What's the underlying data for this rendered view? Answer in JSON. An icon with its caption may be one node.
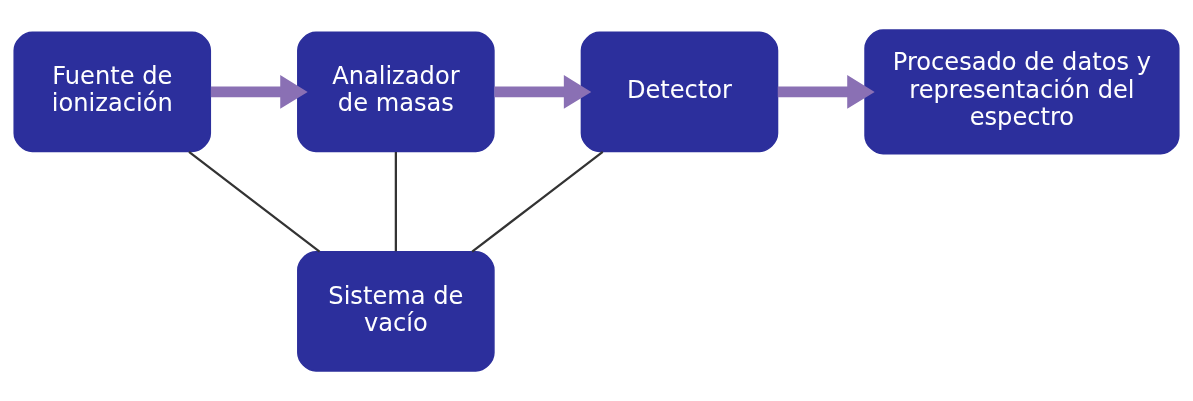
{
  "diagram": {
    "nodes": [
      {
        "text": [
          "Fuente de ionización"
        ]
      },
      {
        "text": [
          "Analizador de masas"
        ]
      },
      {
        "text": [
          "Detector"
        ]
      },
      {
        "text": [
          "Procesado de datos y representación del espectro"
        ]
      },
      {
        "text": [
          "Sistema de vacío"
        ]
      }
    ],
    "edges": [
      {
        "from": 0,
        "to": 1,
        "arrow": "to",
        "style": "thick",
        "color": "#8a70b4"
      },
      {
        "from": 1,
        "to": 2,
        "arrow": "to",
        "style": "thick",
        "color": "#8a70b4"
      },
      {
        "from": 2,
        "to": 3,
        "arrow": "to",
        "style": "thick",
        "color": "#8a70b4"
      },
      {
        "from": 0,
        "to": 4,
        "arrow": "none",
        "color": "#333333"
      },
      {
        "from": 1,
        "to": 4,
        "arrow": "none",
        "color": "#333333"
      },
      {
        "from": 2,
        "to": 4,
        "arrow": "none",
        "color": "#333333"
      }
    ]
  }
}
